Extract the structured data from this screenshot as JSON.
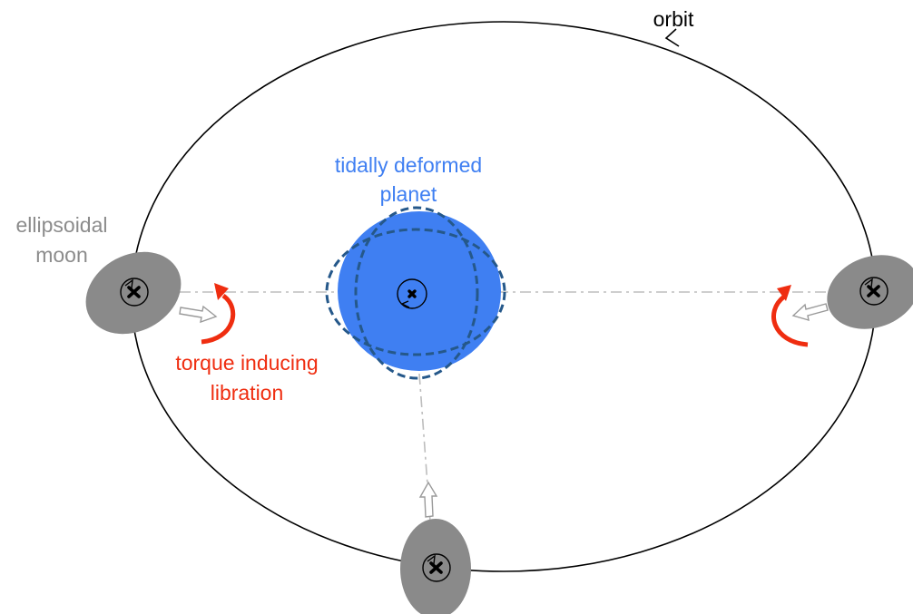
{
  "labels": {
    "orbit": "orbit",
    "planet_line1": "tidally deformed",
    "planet_line2": "planet",
    "moon_line1": "ellipsoidal",
    "moon_line2": "moon",
    "torque_line1": "torque inducing",
    "torque_line2": "libration"
  },
  "colors": {
    "orbit": "#000000",
    "planet_fill": "#3f7ff2",
    "planet_outline": "#25588a",
    "planet_label": "#3f7ff2",
    "moon_fill": "#8a8a8a",
    "moon_label": "#8c8c8c",
    "torque": "#ef2d10",
    "axis_line": "#bdbdbd",
    "force_arrow": "#9a9a9a",
    "text": "#000000"
  },
  "icons": {
    "moon_center": "cross-mark-icon",
    "spin": "circular-arrow-icon",
    "torque": "curved-arrow-icon",
    "force": "hollow-arrow-icon",
    "orbit_direction": "chevron-arrow-icon"
  }
}
